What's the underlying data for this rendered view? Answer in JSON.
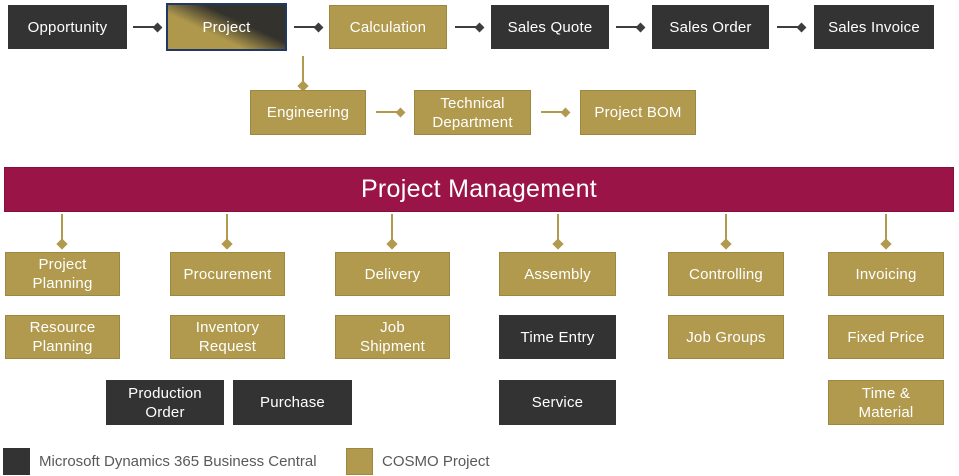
{
  "colors": {
    "dynamics_dark": "#333333",
    "cosmo_gold": "#B19A4E",
    "banner_crimson": "#9B1447",
    "highlight_border_navy": "#1F3864",
    "legend_text_gray": "#595959",
    "box_text": "#FFFFFF"
  },
  "top_flow": {
    "boxes": [
      {
        "label": "Opportunity",
        "style": "dark"
      },
      {
        "label": "Project",
        "style": "split-gold-dark",
        "highlighted": true
      },
      {
        "label": "Calculation",
        "style": "gold"
      },
      {
        "label": "Sales Quote",
        "style": "dark"
      },
      {
        "label": "Sales Order",
        "style": "dark"
      },
      {
        "label": "Sales Invoice",
        "style": "dark"
      }
    ]
  },
  "engineering_flow": {
    "boxes": [
      {
        "label": "Engineering",
        "style": "gold"
      },
      {
        "label": "Technical Department",
        "style": "gold"
      },
      {
        "label": "Project BOM",
        "style": "gold"
      }
    ]
  },
  "banner": {
    "title": "Project Management"
  },
  "columns": [
    {
      "top": "Project Planning",
      "mid": "Resource Planning"
    },
    {
      "top": "Procurement",
      "mid": "Inventory Request"
    },
    {
      "top": "Delivery",
      "mid": "Job Shipment"
    },
    {
      "top": "Assembly",
      "mid": "Time Entry",
      "bottom": "Service"
    },
    {
      "top": "Controlling",
      "mid": "Job Groups"
    },
    {
      "top": "Invoicing",
      "mid": "Fixed Price",
      "bottom": "Time & Material"
    }
  ],
  "extra_boxes": [
    {
      "label": "Production Order",
      "style": "dark"
    },
    {
      "label": "Purchase",
      "style": "dark"
    }
  ],
  "legend": {
    "items": [
      {
        "label": "Microsoft Dynamics 365 Business Central",
        "swatch_color": "#333333"
      },
      {
        "label": "COSMO Project",
        "swatch_color": "#B19A4E"
      }
    ]
  }
}
